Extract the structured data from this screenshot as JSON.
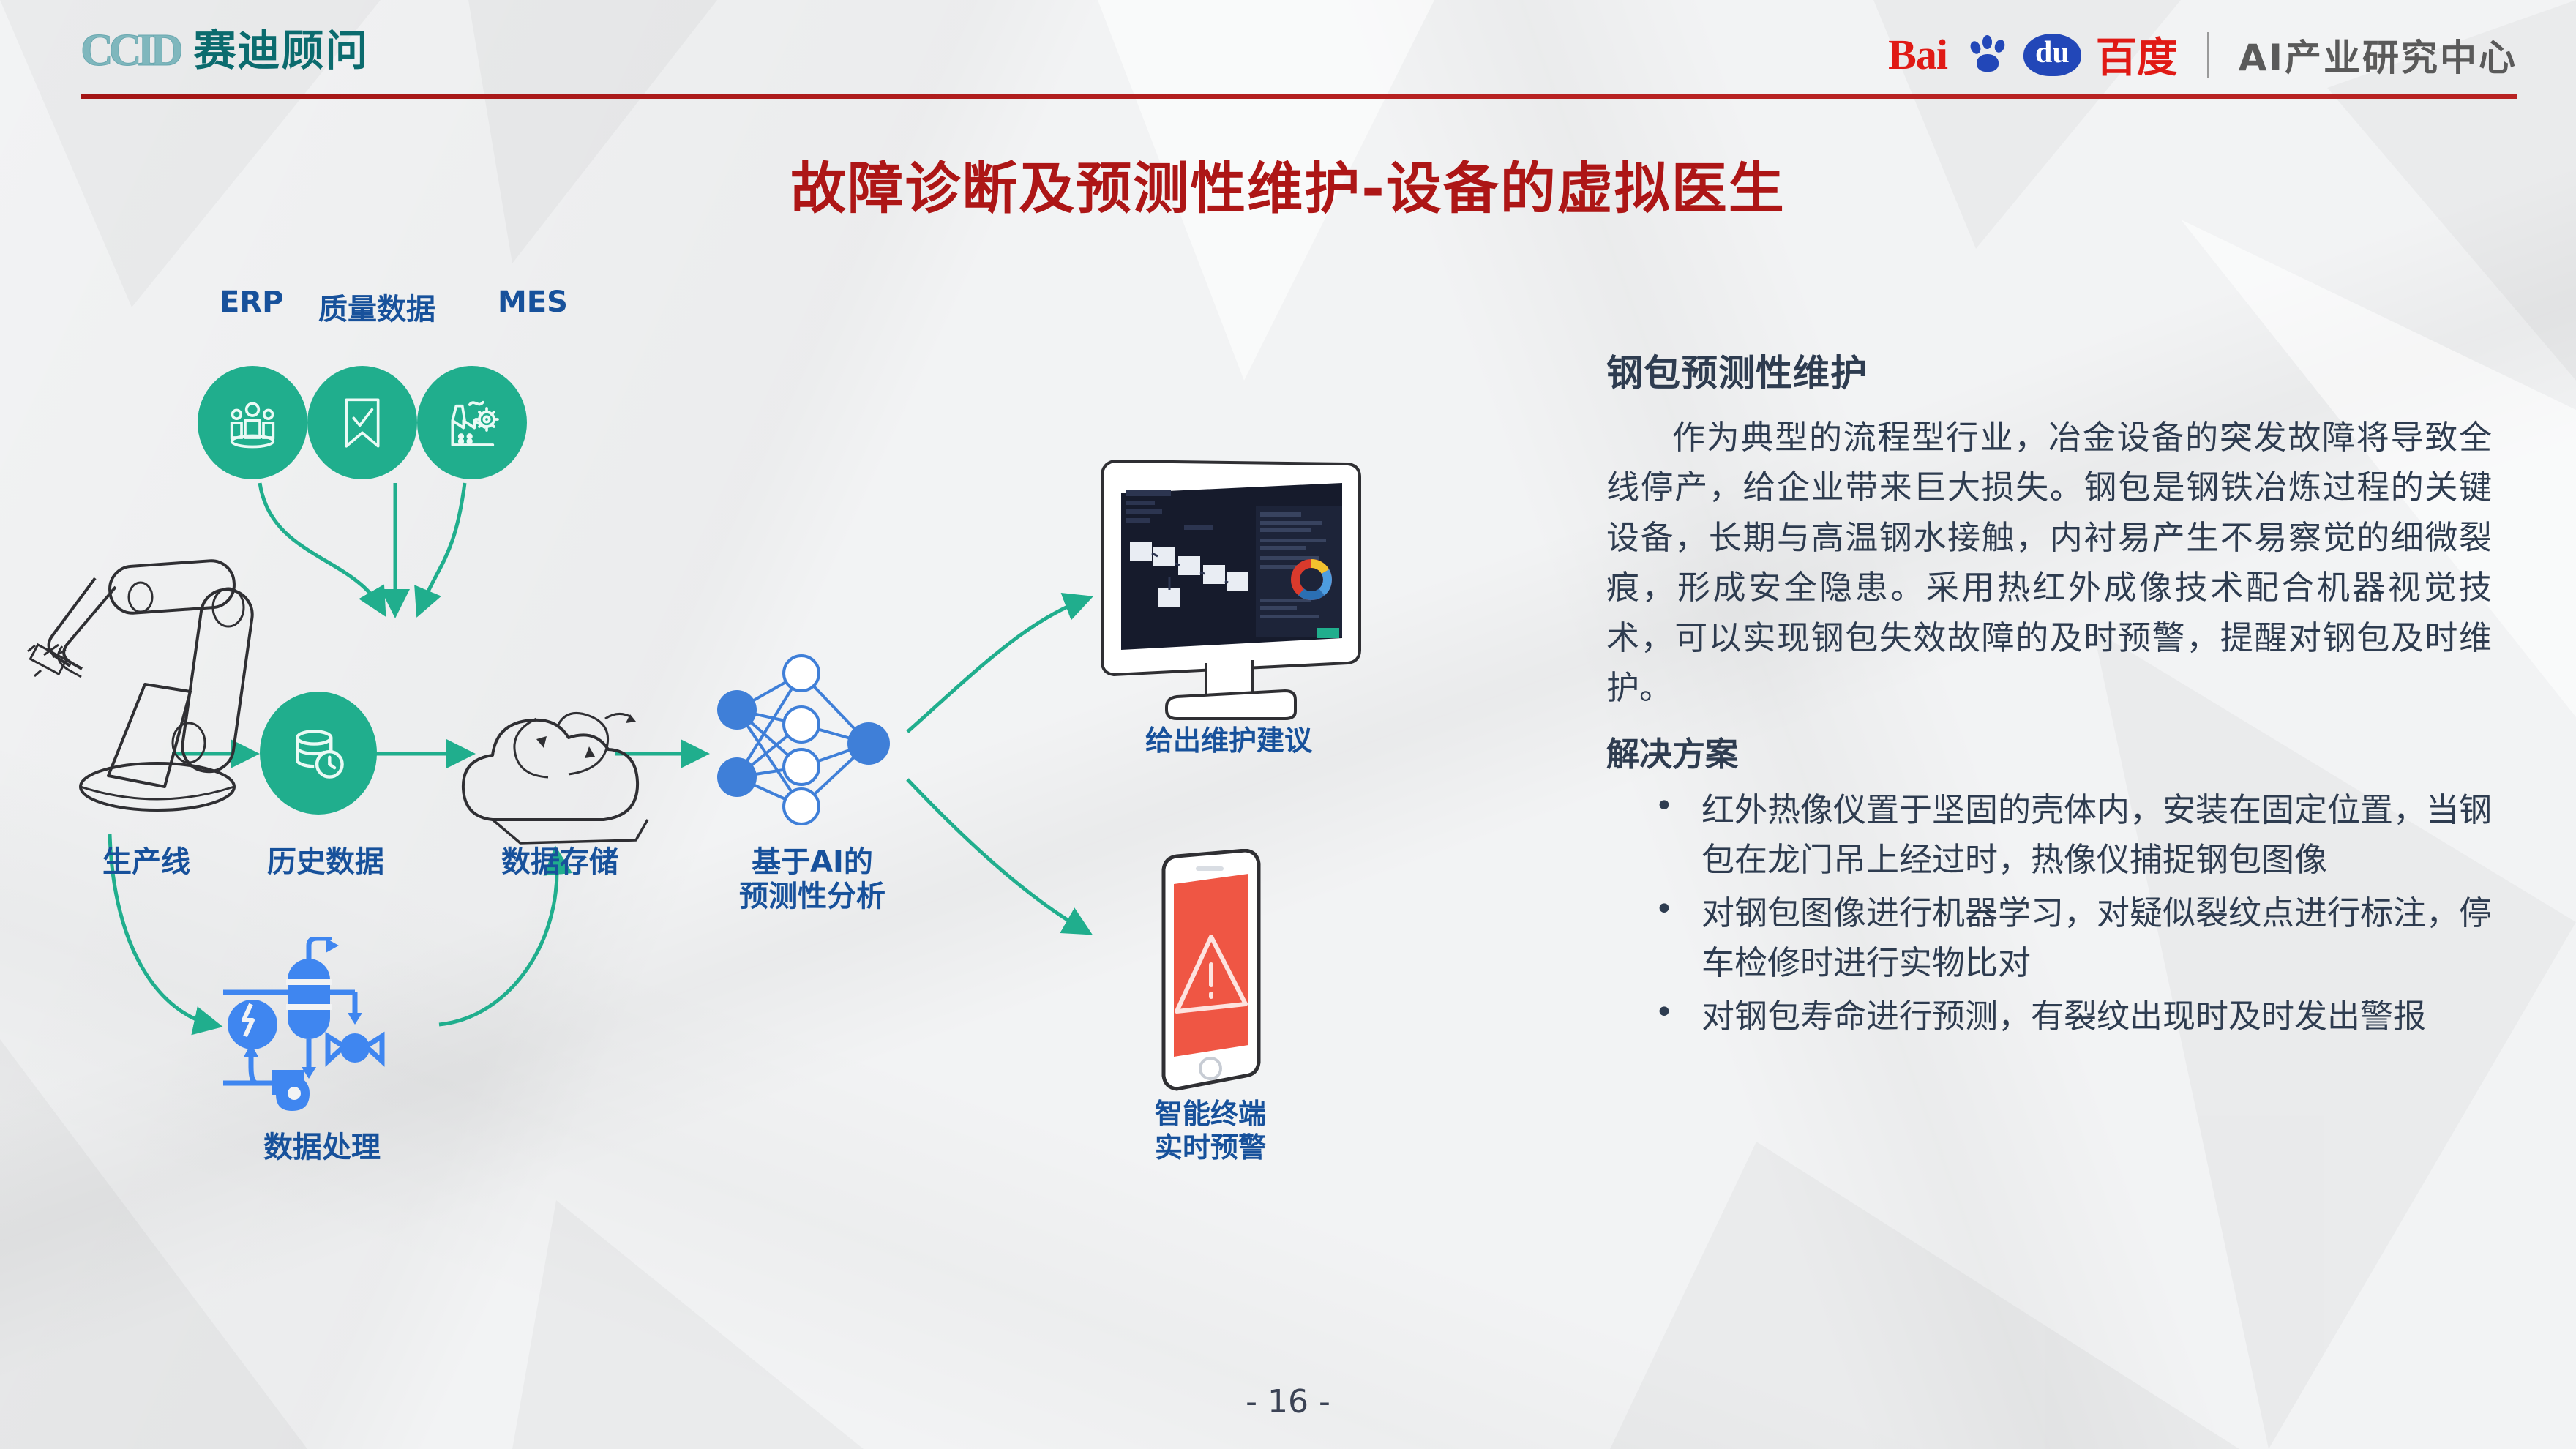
{
  "header": {
    "ccid_mark": "CCID",
    "ccid_name": "赛迪顾问",
    "baidu_bai": "Bai",
    "baidu_du": "du",
    "baidu_cn": "百度",
    "baidu_divider": "|",
    "baidu_ai_center": "AI产业研究中心",
    "rule_color": "#ad1616"
  },
  "title": "故障诊断及预测性维护-设备的虚拟医生",
  "colors": {
    "title_red": "#ad1616",
    "label_blue": "#17519b",
    "accent_green": "#20ae8d",
    "body_navy": "#2e3c50",
    "alert_red": "#ef5644"
  },
  "diagram": {
    "sources": [
      {
        "label": "ERP",
        "icon": "people-group-icon"
      },
      {
        "label": "质量数据",
        "icon": "bookmark-check-icon"
      },
      {
        "label": "MES",
        "icon": "factory-gear-icon"
      }
    ],
    "nodes": [
      {
        "label": "生产线",
        "icon": "robot-arm-icon"
      },
      {
        "label": "历史数据",
        "icon": "database-clock-icon"
      },
      {
        "label": "数据存储",
        "icon": "cloud-sync-icon"
      },
      {
        "label": "基于AI的\n预测性分析",
        "line1": "基于AI的",
        "line2": "预测性分析",
        "icon": "neural-network-icon"
      },
      {
        "label": "数据处理",
        "icon": "process-plant-icon"
      }
    ],
    "outputs": [
      {
        "line1": "给出维护建议",
        "line2": "",
        "icon": "desktop-monitor-icon"
      },
      {
        "line1": "智能终端",
        "line2": "实时预警",
        "icon": "smartphone-alert-icon"
      }
    ]
  },
  "panel": {
    "heading": "钢包预测性维护",
    "body": "作为典型的流程型行业，冶金设备的突发故障将导致全线停产，给企业带来巨大损失。钢包是钢铁冶炼过程的关键设备，长期与高温钢水接触，内衬易产生不易察觉的细微裂痕，形成安全隐患。采用热红外成像技术配合机器视觉技术，可以实现钢包失效故障的及时预警，提醒对钢包及时维护。",
    "sub_heading": "解决方案",
    "bullets": [
      "红外热像仪置于坚固的壳体内，安装在固定位置，当钢包在龙门吊上经过时，热像仪捕捉钢包图像",
      "对钢包图像进行机器学习，对疑似裂纹点进行标注，停车检修时进行实物比对",
      "对钢包寿命进行预测，有裂纹出现时及时发出警报"
    ]
  },
  "footer": {
    "page_number": "- 16 -"
  }
}
